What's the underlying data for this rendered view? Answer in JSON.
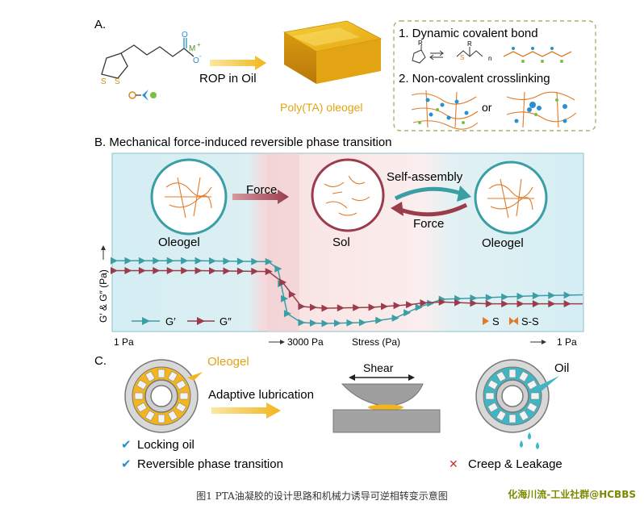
{
  "panel_a": {
    "label": "A.",
    "cation": "M",
    "cation_charge": "+",
    "anion": "O",
    "anion_charge": "-",
    "atom_o": "O",
    "atom_s1": "S",
    "atom_s2": "S",
    "arrow_label": "ROP in Oil",
    "gel_label": "Poly(TA) oleogel",
    "box_item1": "1. Dynamic covalent bond",
    "box_item2": "2. Non-covalent crosslinking",
    "box_r1": "R",
    "box_r2": "R",
    "box_s": "S",
    "box_n": "n",
    "box_or": "or"
  },
  "panel_b": {
    "title": "B. Mechanical force-induced reversible phase transition",
    "force_top": "Force",
    "self_assembly": "Self-assembly",
    "force_bottom": "Force",
    "state_left": "Oleogel",
    "state_mid": "Sol",
    "state_right": "Oleogel",
    "legend_g1": "G′",
    "legend_g2": "G″",
    "legend_s": "S",
    "legend_ss": "S-S",
    "colors": {
      "g1": "#3a9ea5",
      "g2": "#9a3c4c",
      "bg_left": "#d7eff3",
      "bg_mid": "#f7dcdc",
      "sulfur": "#e07b2a"
    }
  },
  "chart_data": {
    "type": "line",
    "xlabel": "Stress (Pa)",
    "ylabel": "G′ & G″ (Pa)",
    "x_ticks": [
      "1 Pa",
      "3000 Pa",
      "1 Pa"
    ],
    "series": [
      {
        "name": "G′",
        "values": [
          [
            0,
            0.79
          ],
          [
            0.18,
            0.79
          ],
          [
            0.33,
            0.78
          ],
          [
            0.35,
            0.7
          ],
          [
            0.37,
            0.2
          ],
          [
            0.4,
            0.1
          ],
          [
            0.45,
            0.09
          ],
          [
            0.53,
            0.1
          ],
          [
            0.6,
            0.15
          ],
          [
            0.65,
            0.27
          ],
          [
            0.7,
            0.36
          ],
          [
            0.8,
            0.38
          ],
          [
            0.9,
            0.4
          ],
          [
            1.0,
            0.41
          ]
        ]
      },
      {
        "name": "G″",
        "values": [
          [
            0,
            0.68
          ],
          [
            0.18,
            0.68
          ],
          [
            0.33,
            0.67
          ],
          [
            0.36,
            0.55
          ],
          [
            0.4,
            0.28
          ],
          [
            0.45,
            0.26
          ],
          [
            0.55,
            0.27
          ],
          [
            0.63,
            0.3
          ],
          [
            0.66,
            0.32
          ],
          [
            0.7,
            0.33
          ],
          [
            0.8,
            0.31
          ],
          [
            0.9,
            0.31
          ],
          [
            1.0,
            0.31
          ]
        ]
      }
    ]
  },
  "panel_c": {
    "label": "C.",
    "oleogel": "Oleogel",
    "adaptive": "Adaptive lubrication",
    "shear": "Shear",
    "oil": "Oil",
    "check1": "Locking oil",
    "check2": "Reversible phase transition",
    "cross1": "Creep & Leakage",
    "check_mark": "✔",
    "cross_mark": "✕"
  },
  "caption": "图1 PTA油凝胶的设计思路和机械力诱导可逆相转变示意图",
  "watermark": "化海川流-工业社群@HCBBS"
}
